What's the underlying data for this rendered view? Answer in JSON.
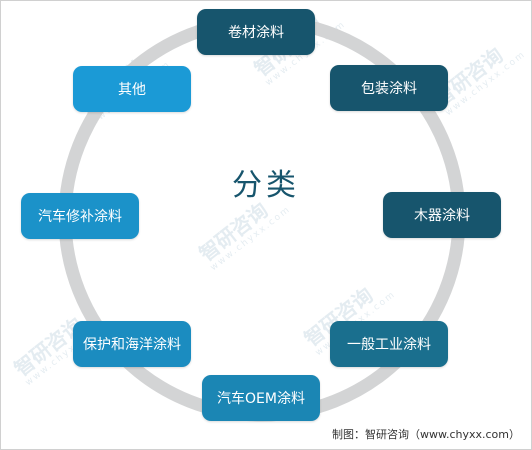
{
  "center_label": "分类",
  "nodes": [
    {
      "label": "卷材涂料"
    },
    {
      "label": "包装涂料"
    },
    {
      "label": "木器涂料"
    },
    {
      "label": "一般工业涂料"
    },
    {
      "label": "汽车OEM涂料"
    },
    {
      "label": "保护和海洋涂料"
    },
    {
      "label": "汽车修补涂料"
    },
    {
      "label": "其他"
    }
  ],
  "source": "制图：智研咨询（www.chyxx.com）",
  "watermark": {
    "brand": "智研咨询",
    "url": "www.chyxx.com"
  },
  "colors": {
    "ring": "#d3d4d5",
    "dark_teal": "#17556d",
    "mid_blue": "#1f7ea8",
    "light_blue": "#1b9ad6",
    "text": "#ffffff"
  }
}
